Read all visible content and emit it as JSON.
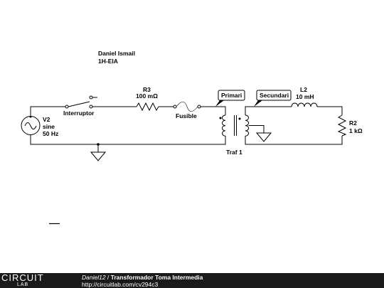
{
  "author": {
    "name": "Daniel Ismail",
    "group": "1H-EIA"
  },
  "components": {
    "source": {
      "name": "V2",
      "type": "sine",
      "freq": "50 Hz"
    },
    "switch": {
      "name": "Interruptor"
    },
    "resistor1": {
      "name": "R3",
      "value": "100 mΩ"
    },
    "fuse": {
      "name": "Fusible"
    },
    "primary_flag": {
      "name": "Primari"
    },
    "secondary_flag": {
      "name": "Secundari"
    },
    "inductor": {
      "name": "L2",
      "value": "10 mH"
    },
    "resistor2": {
      "name": "R2",
      "value": "1 kΩ"
    },
    "transformer": {
      "name": "Traf 1"
    }
  },
  "footer": {
    "logo_top": "CIRCUIT",
    "logo_bottom": "LAB",
    "user": "Daniel12",
    "separator": " / ",
    "title": "Transformador Toma Intermedia",
    "url": "http://circuitlab.com/cv294c3"
  }
}
